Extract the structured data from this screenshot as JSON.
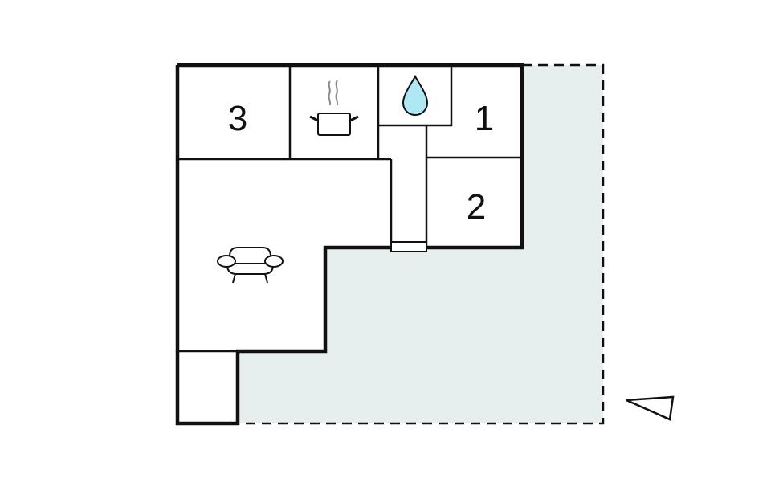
{
  "diagram": {
    "type": "floor-plan",
    "colors": {
      "wall": "#111111",
      "terrace_fill": "#e7eeee",
      "water_drop": "#aee8f2",
      "steam": "#8a8a8a",
      "background": "#ffffff"
    },
    "rooms": [
      {
        "id": "bedroom-3",
        "label": "3"
      },
      {
        "id": "kitchen",
        "icon": "cooking-pot-icon"
      },
      {
        "id": "bathroom",
        "icon": "water-drop-icon"
      },
      {
        "id": "bedroom-1",
        "label": "1"
      },
      {
        "id": "bedroom-2",
        "label": "2"
      },
      {
        "id": "living-room",
        "icon": "sofa-icon"
      },
      {
        "id": "storage"
      },
      {
        "id": "terrace",
        "style": "dashed-outline"
      }
    ],
    "compass": {
      "icon": "north-arrow-triangle-icon"
    }
  }
}
